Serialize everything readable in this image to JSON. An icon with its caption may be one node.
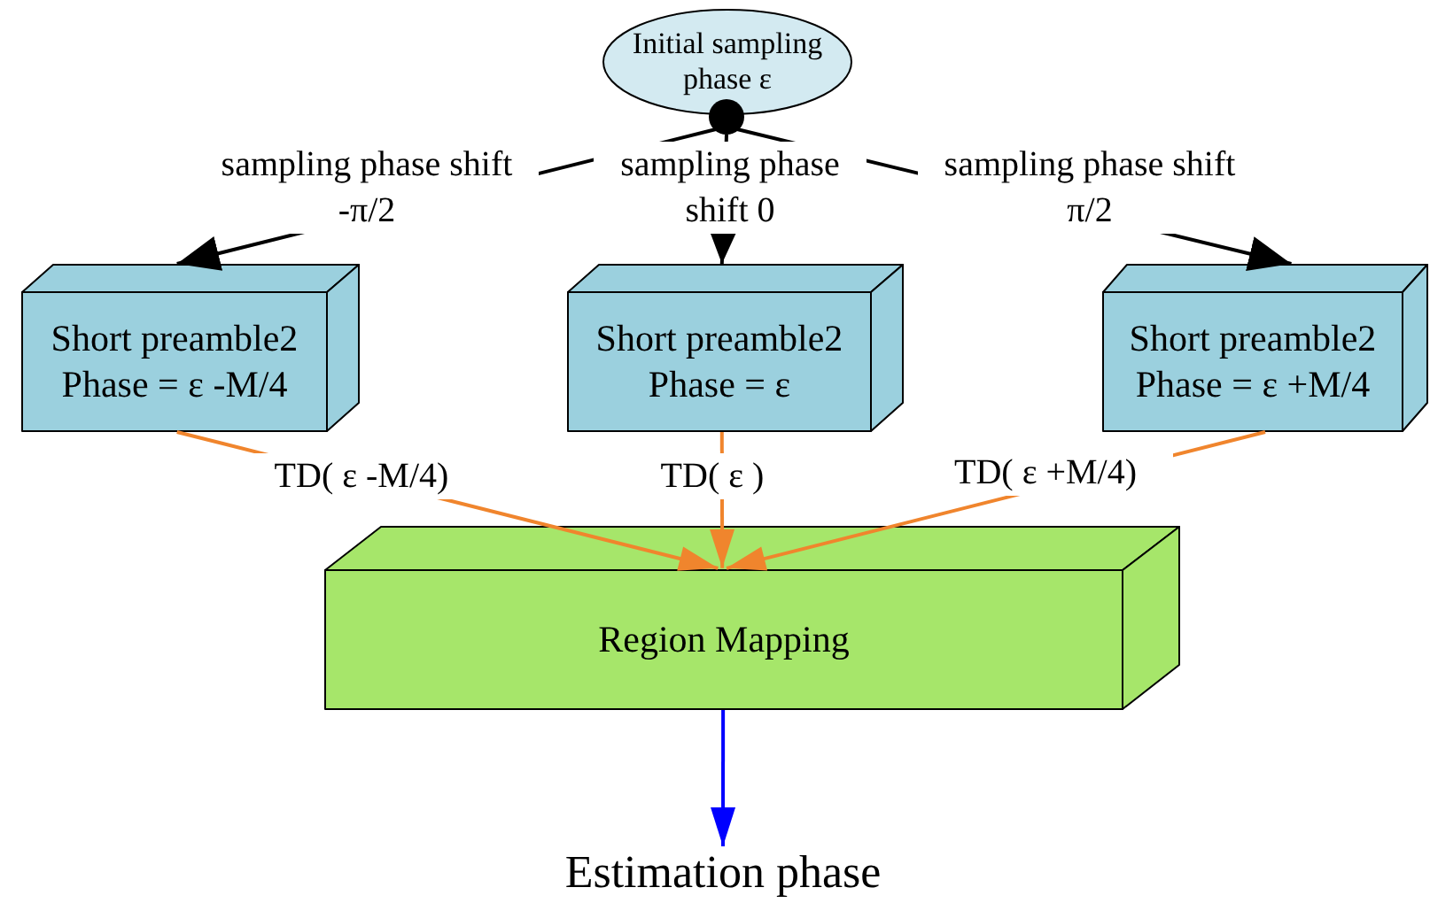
{
  "diagram": {
    "nodes": [
      {
        "text": [
          "Initial sampling phase ε"
        ]
      },
      {
        "text": [],
        "shape": "circle"
      },
      {
        "text": [
          "Short preamble2 Phase = ε -M/4"
        ]
      },
      {
        "text": [
          "Short preamble2 Phase =  ε"
        ]
      },
      {
        "text": [
          "Short preamble2 Phase =  ε +M/4"
        ]
      },
      {
        "text": [
          "Region Mapping"
        ]
      },
      {
        "text": [
          "Estimation phase"
        ]
      }
    ],
    "edges": [
      {
        "from": 1,
        "to": 2,
        "arrow": "to",
        "label": "sampling phase shift -π/2"
      },
      {
        "from": 1,
        "to": 3,
        "arrow": "to",
        "label": "sampling phase shift 0"
      },
      {
        "from": 1,
        "to": 4,
        "arrow": "to",
        "label": "sampling phase shift π/2"
      },
      {
        "from": 2,
        "to": 5,
        "arrow": "to",
        "label": "TD( ε -M/4)",
        "color": "#f0852d"
      },
      {
        "from": 3,
        "to": 5,
        "arrow": "to",
        "label": "TD( ε )",
        "color": "#f0852d"
      },
      {
        "from": 4,
        "to": 5,
        "arrow": "to",
        "label": "TD( ε +M/4)",
        "color": "#f0852d"
      },
      {
        "from": 5,
        "to": 6,
        "arrow": "to",
        "color": "#0000ff"
      }
    ]
  }
}
